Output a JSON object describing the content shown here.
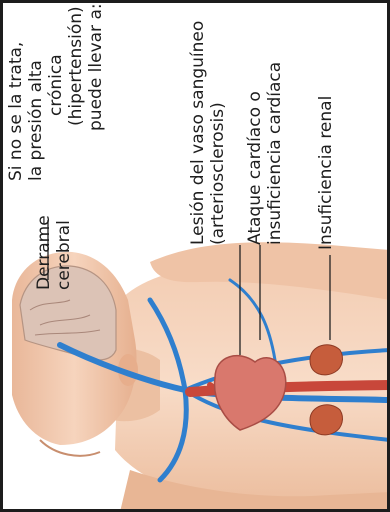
{
  "intro_lines": [
    "Si no se la trata,",
    "la presión alta",
    "crónica",
    "(hipertensión)",
    "puede llevar a:"
  ],
  "labels": {
    "stroke": [
      "Derrame",
      "cerebral"
    ],
    "arteriosclerosis": [
      "Lesión del vaso sanguíneo",
      "(arteriosclerosis)"
    ],
    "heart": [
      "Ataque cardíaco o",
      "insuficiencia cardíaca"
    ],
    "kidney": [
      "Insuficiencia renal"
    ]
  },
  "colors": {
    "skin": "#f0c6a8",
    "vessel_blue": "#2f7fce",
    "artery_red": "#c8473a",
    "heart": "#d9786d",
    "kidney": "#c65d3c",
    "brain": "#dcc3b6",
    "frame": "#1d1d1d"
  }
}
